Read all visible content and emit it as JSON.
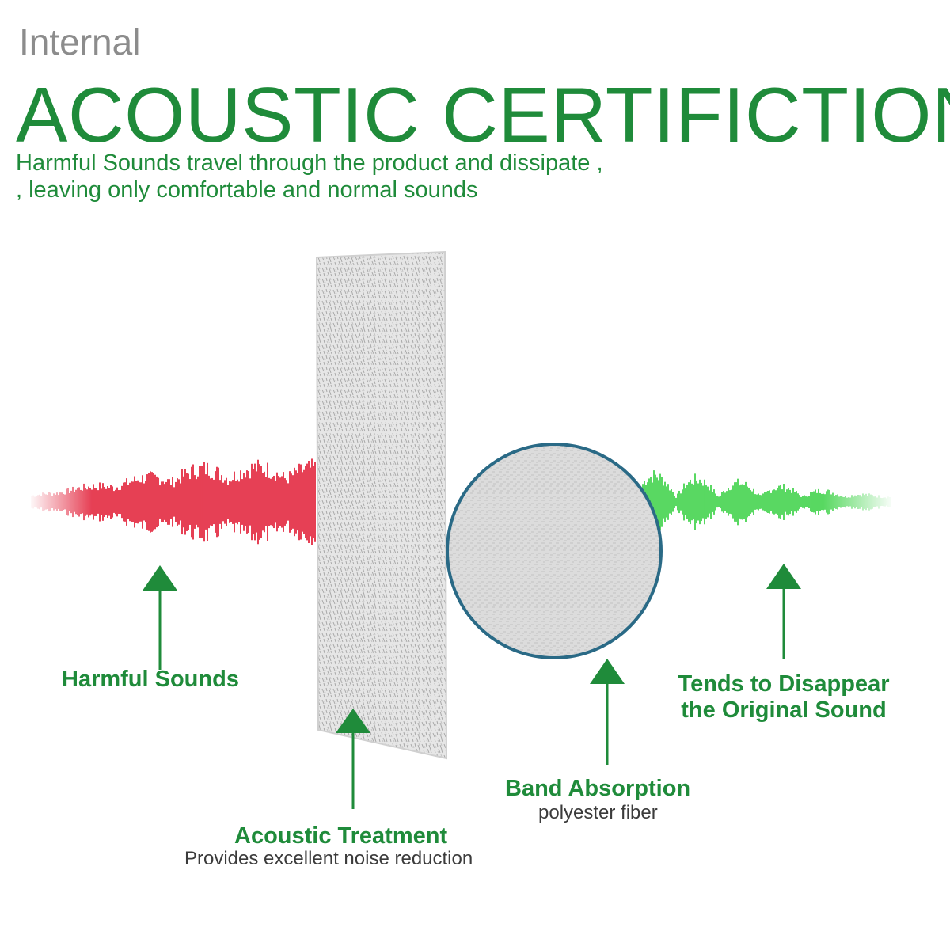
{
  "header": {
    "kicker": "Internal",
    "headline": "ACOUSTIC CERTIFICTION",
    "subtitle_line1": "Harmful Sounds travel through the product and dissipate ,",
    "subtitle_line2": ", leaving only comfortable and normal sounds"
  },
  "labels": {
    "harmful": "Harmful Sounds",
    "tends_line1": "Tends to Disappear",
    "tends_line2": "the Original Sound",
    "band_title": "Band Absorption",
    "band_sub": "polyester fiber",
    "treatment_title": "Acoustic Treatment",
    "treatment_sub": "Provides excellent noise reduction"
  },
  "colors": {
    "accent_green": "#1f8b3a",
    "harmful_wave": "#e0102a",
    "soft_wave": "#2fcf3a",
    "circle_border": "#2a6a86",
    "panel": "#e4e4e4"
  }
}
